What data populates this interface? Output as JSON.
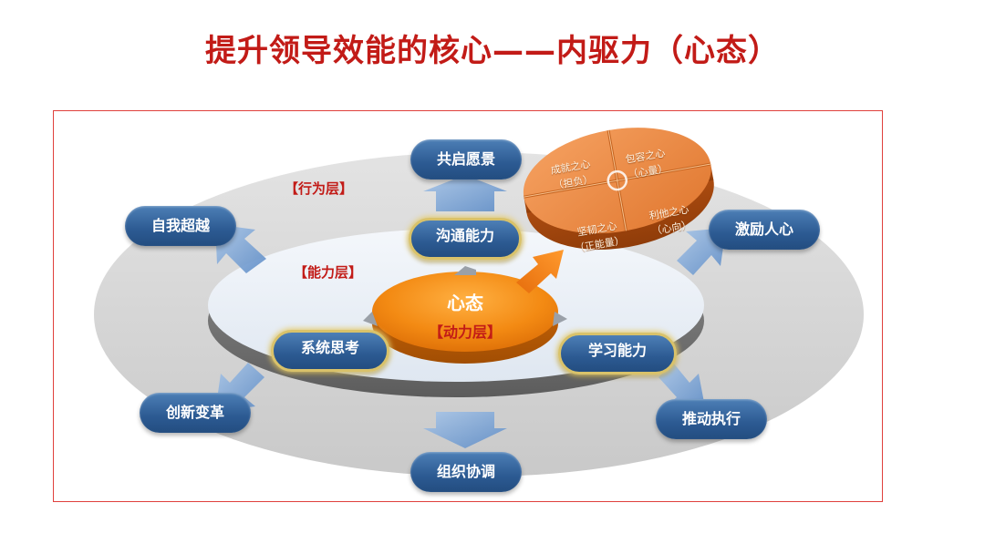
{
  "title": "提升领导效能的核心——内驱力（心态）",
  "layers": {
    "behavior": "【行为层】",
    "ability": "【能力层】"
  },
  "core": {
    "label": "心态",
    "sublabel": "【动力层】"
  },
  "ability_items": {
    "communication": "沟通能力",
    "systems_thinking": "系统思考",
    "learning": "学习能力"
  },
  "behavior_items": {
    "shared_vision": "共启愿景",
    "self_transcendence": "自我超越",
    "inspire_hearts": "激励人心",
    "innovation_change": "创新变革",
    "drive_execution": "推动执行",
    "organization_coordination": "组织协调"
  },
  "mindset_quadrants": [
    {
      "line1": "成就之心",
      "line2": "（担负）"
    },
    {
      "line1": "包容之心",
      "line2": "（心量）"
    },
    {
      "line1": "坚韧之心",
      "line2": "（正能量）"
    },
    {
      "line1": "利他之心",
      "line2": "（心向）"
    }
  ],
  "colors": {
    "title": "#c21b17",
    "frame_border": "#e0403c",
    "pill_blue": "#2c5a92",
    "core_orange": "#f08a14",
    "outer_ring": "#d9d9d9",
    "inner_disc": "#eef2f8",
    "arrow_blue": "#7aa4d6"
  }
}
